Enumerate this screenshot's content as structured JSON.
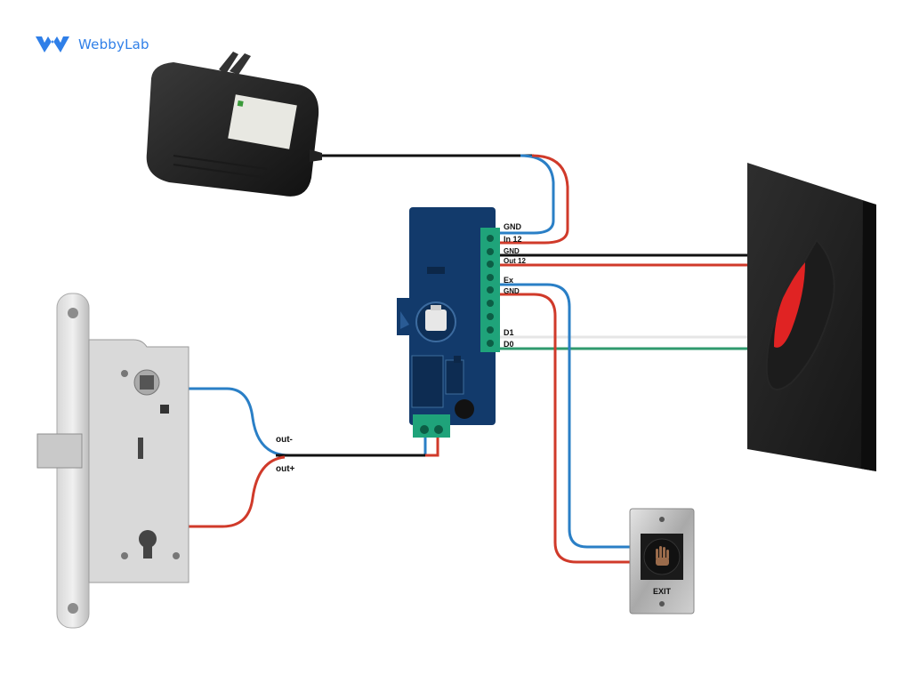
{
  "brand": {
    "name": "WebbyLab",
    "icon": "webbylab-logo-icon",
    "color": "#2f7fe8"
  },
  "controller_labels": {
    "gnd_top": "GND",
    "in12": "In 12",
    "gnd_mid": "GND",
    "out12": "Out 12",
    "ex": "Ex",
    "gnd_ex": "GND",
    "d1": "D1",
    "d0": "D0"
  },
  "lock_labels": {
    "out_minus": "out-",
    "out_plus": "out+"
  },
  "exit_button": {
    "label": "EXIT"
  },
  "wire_colors": {
    "blue": "#2a7fc6",
    "red": "#d03a2a",
    "black": "#111111",
    "white": "#e6e6e6",
    "green": "#2f9a6e"
  }
}
